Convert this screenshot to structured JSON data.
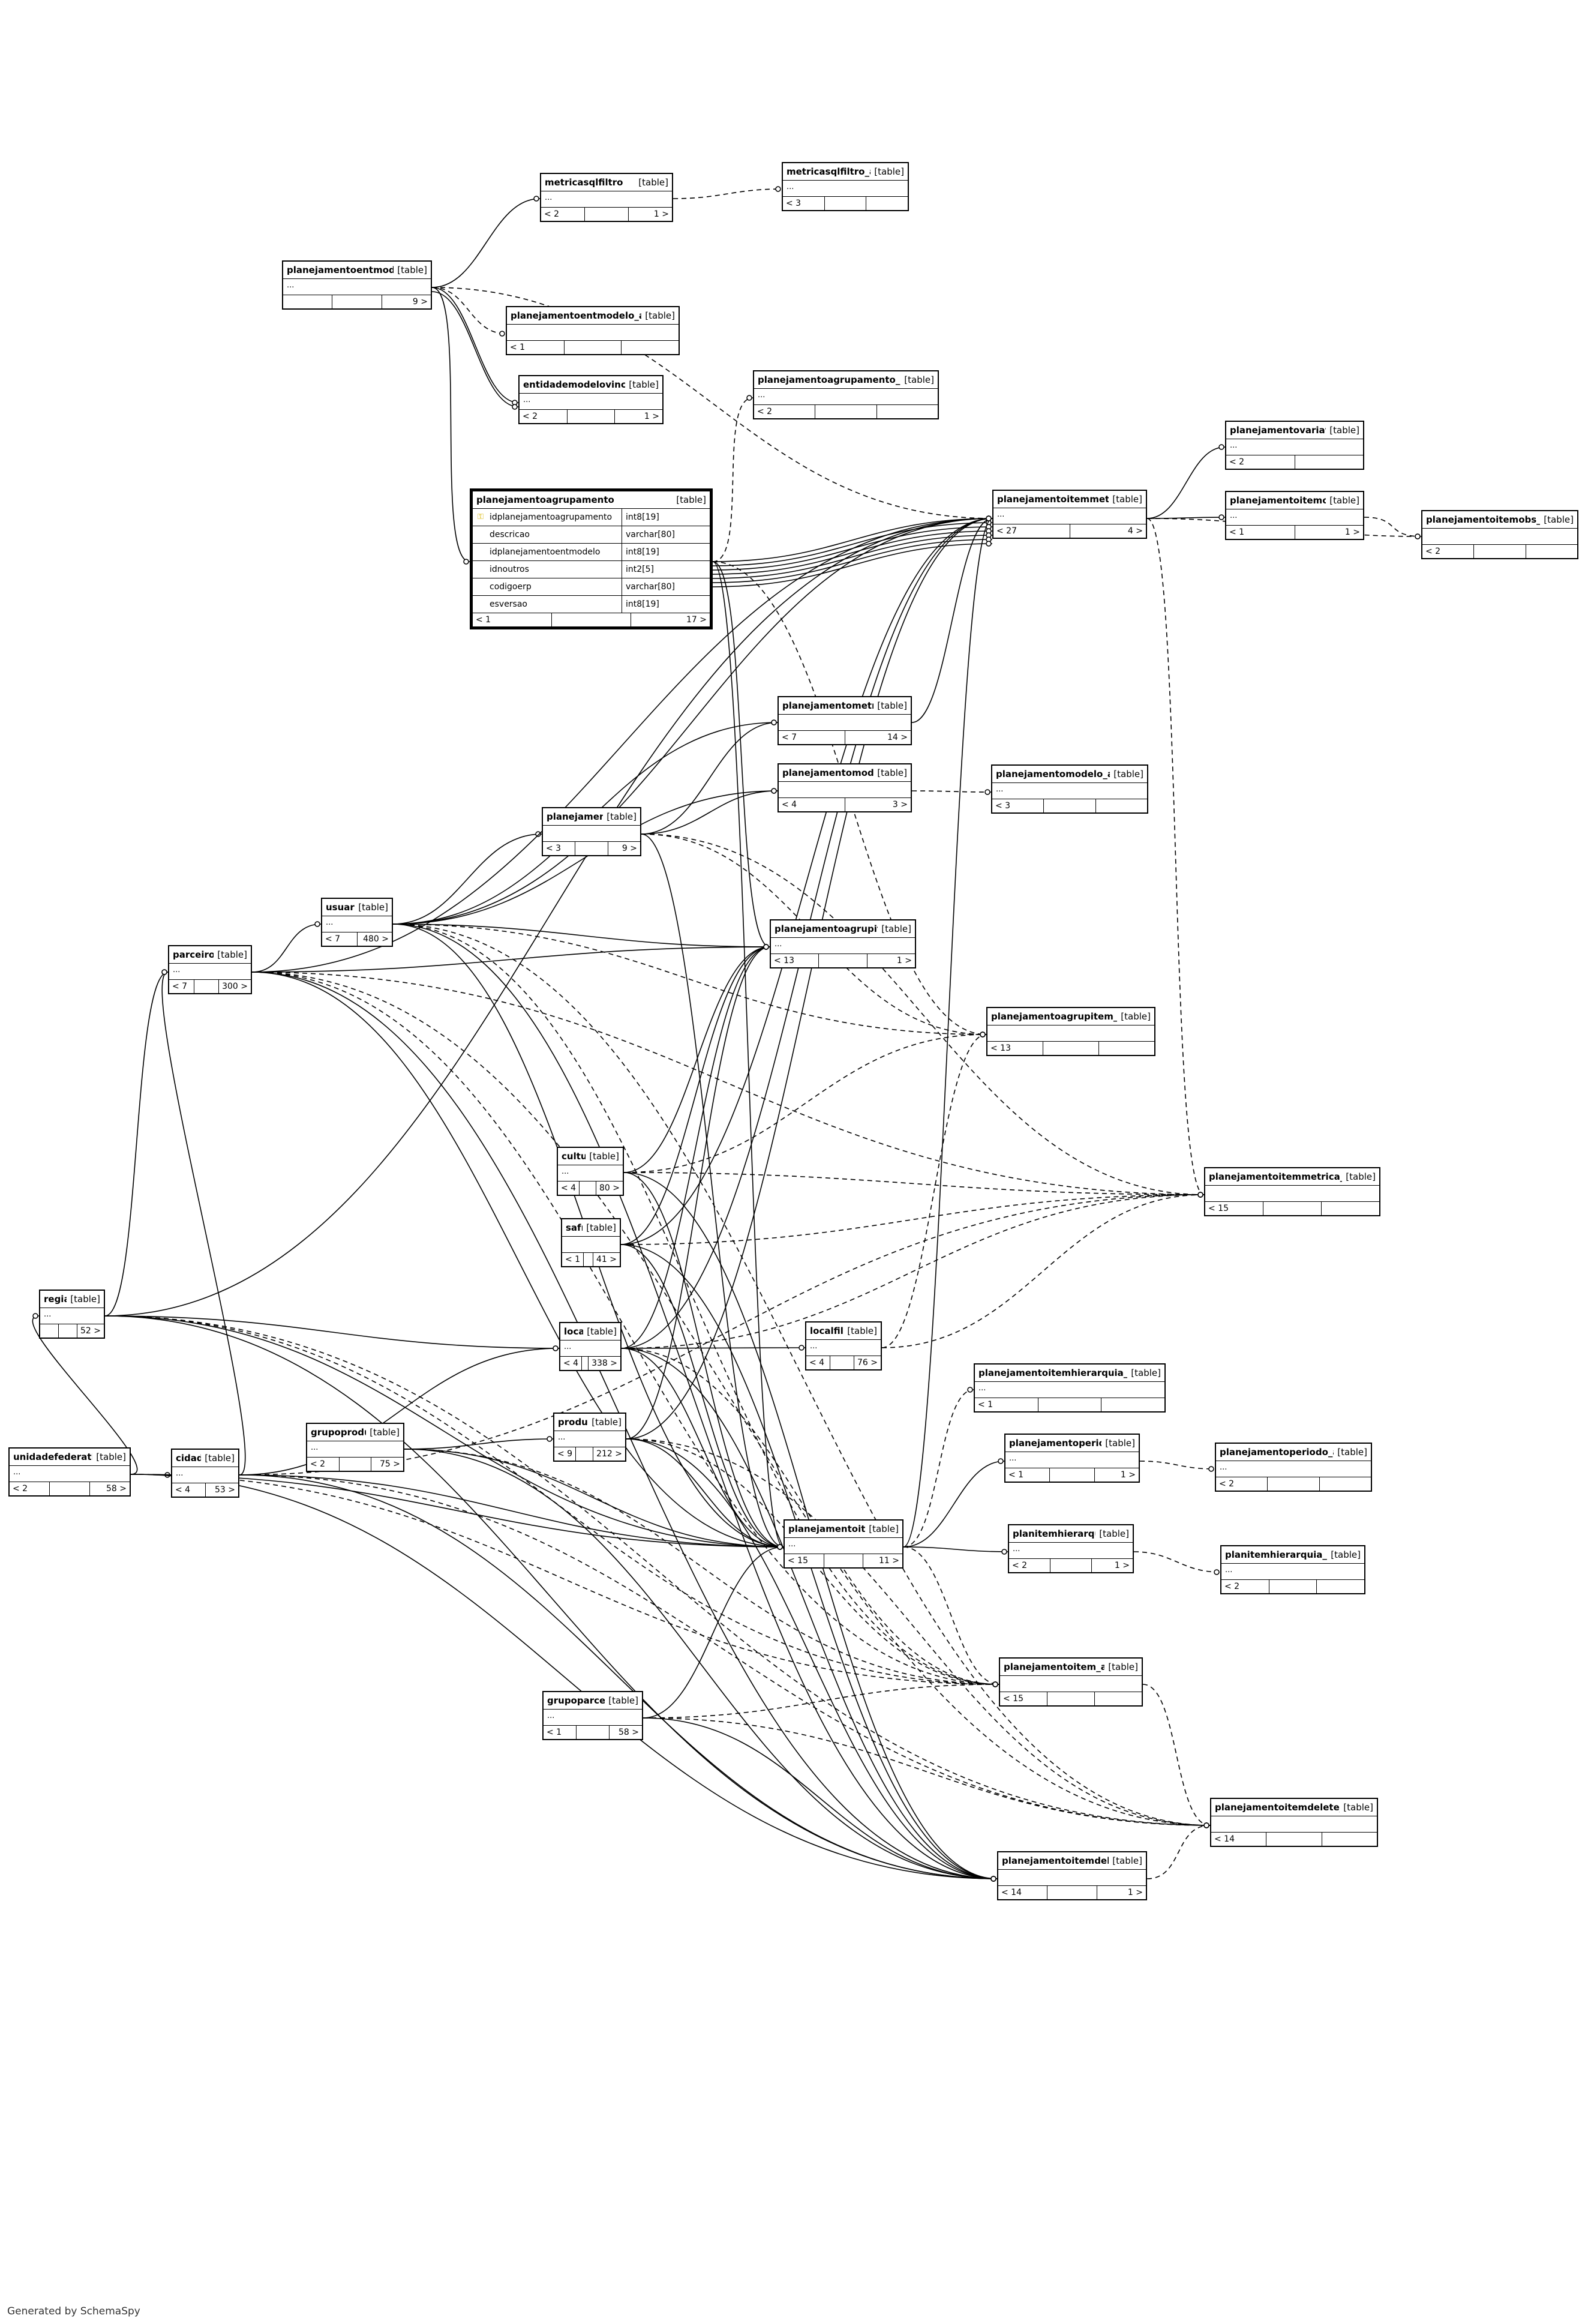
{
  "diagram": {
    "tables": [
      {
        "id": "metricasqlfiltro",
        "name": "metricasqlfiltro",
        "kind": "[table]",
        "body": "...",
        "footer": [
          "< 2",
          "",
          "1 >"
        ]
      },
      {
        "id": "metricasqlfiltro_aud",
        "name": "metricasqlfiltro_aud",
        "kind": "[table]",
        "body": "...",
        "footer": [
          "< 3",
          "",
          ""
        ]
      },
      {
        "id": "planejamentoentmodelo",
        "name": "planejamentoentmodelo",
        "kind": "[table]",
        "body": "...",
        "footer": [
          "",
          "",
          "9 >"
        ]
      },
      {
        "id": "planejamentoentmodelo_aud",
        "name": "planejamentoentmodelo_aud",
        "kind": "[table]",
        "body": "",
        "footer": [
          "< 1",
          "",
          ""
        ]
      },
      {
        "id": "entidademodelovinculo",
        "name": "entidademodelovinculo",
        "kind": "[table]",
        "body": "...",
        "footer": [
          "< 2",
          "",
          "1 >"
        ]
      },
      {
        "id": "planejamentoagrupamento_aud",
        "name": "planejamentoagrupamento_aud",
        "kind": "[table]",
        "body": "...",
        "footer": [
          "< 2",
          "",
          ""
        ]
      },
      {
        "id": "planejamentoagrupamento",
        "name": "planejamentoagrupamento",
        "kind": "[table]",
        "focus": true,
        "columns": [
          {
            "name": "idplanejamentoagrupamento",
            "type": "int8[19]",
            "key": true
          },
          {
            "name": "descricao",
            "type": "varchar[80]"
          },
          {
            "name": "idplanejamentoentmodelo",
            "type": "int8[19]"
          },
          {
            "name": "idnoutros",
            "type": "int2[5]"
          },
          {
            "name": "codigoerp",
            "type": "varchar[80]"
          },
          {
            "name": "esversao",
            "type": "int8[19]"
          }
        ],
        "footer": [
          "< 1",
          "",
          "17 >"
        ]
      },
      {
        "id": "planejamentoitemmetrica",
        "name": "planejamentoitemmetrica",
        "kind": "[table]",
        "body": "...",
        "footer": [
          "< 27",
          "4 >"
        ]
      },
      {
        "id": "planejamentovariavel",
        "name": "planejamentovariavel",
        "kind": "[table]",
        "body": "...",
        "footer": [
          "< 2",
          ""
        ]
      },
      {
        "id": "planejamentoitemobs",
        "name": "planejamentoitemobs",
        "kind": "[table]",
        "body": "...",
        "footer": [
          "< 1",
          "1 >"
        ]
      },
      {
        "id": "planejamentoitemobs_aud",
        "name": "planejamentoitemobs_aud",
        "kind": "[table]",
        "body": "",
        "footer": [
          "< 2",
          "",
          ""
        ]
      },
      {
        "id": "planejamentometrica",
        "name": "planejamentometrica",
        "kind": "[table]",
        "body": "",
        "footer": [
          "< 7",
          "14 >"
        ]
      },
      {
        "id": "planejamentomodelo",
        "name": "planejamentomodelo",
        "kind": "[table]",
        "body": "",
        "footer": [
          "< 4",
          "3 >"
        ]
      },
      {
        "id": "planejamentomodelo_aud",
        "name": "planejamentomodelo_aud",
        "kind": "[table]",
        "body": "...",
        "footer": [
          "< 3",
          "",
          ""
        ]
      },
      {
        "id": "planejamento",
        "name": "planejamento",
        "kind": "[table]",
        "body": "",
        "footer": [
          "< 3",
          "",
          "9 >"
        ]
      },
      {
        "id": "usuario",
        "name": "usuario",
        "kind": "[table]",
        "body": "...",
        "footer": [
          "< 7",
          "480 >"
        ]
      },
      {
        "id": "parceiro",
        "name": "parceiro",
        "kind": "[table]",
        "body": "...",
        "footer": [
          "< 7",
          "",
          "300 >"
        ]
      },
      {
        "id": "planejamentoagrupitem",
        "name": "planejamentoagrupitem",
        "kind": "[table]",
        "body": "...",
        "footer": [
          "< 13",
          "",
          "1 >"
        ]
      },
      {
        "id": "planejamentoagrupitem_aud",
        "name": "planejamentoagrupitem_aud",
        "kind": "[table]",
        "body": "",
        "footer": [
          "< 13",
          "",
          ""
        ]
      },
      {
        "id": "cultura",
        "name": "cultura",
        "kind": "[table]",
        "body": "...",
        "footer": [
          "< 4",
          "",
          "80 >"
        ]
      },
      {
        "id": "safra",
        "name": "safra",
        "kind": "[table]",
        "body": "",
        "footer": [
          "< 1",
          "",
          "41 >"
        ]
      },
      {
        "id": "planejamentoitemmetrica_aud",
        "name": "planejamentoitemmetrica_aud",
        "kind": "[table]",
        "body": "",
        "footer": [
          "< 15",
          "",
          ""
        ]
      },
      {
        "id": "regiao",
        "name": "regiao",
        "kind": "[table]",
        "body": "...",
        "footer": [
          "",
          "",
          "52 >"
        ]
      },
      {
        "id": "local",
        "name": "local",
        "kind": "[table]",
        "body": "...",
        "footer": [
          "< 4",
          "",
          "338 >"
        ]
      },
      {
        "id": "localfilial",
        "name": "localfilial",
        "kind": "[table]",
        "body": "...",
        "footer": [
          "< 4",
          "",
          "76 >"
        ]
      },
      {
        "id": "planejamentoitemhierarquia_aud",
        "name": "planejamentoitemhierarquia_aud",
        "kind": "[table]",
        "body": "...",
        "footer": [
          "< 1",
          "",
          ""
        ]
      },
      {
        "id": "grupoproduto",
        "name": "grupoproduto",
        "kind": "[table]",
        "body": "...",
        "footer": [
          "< 2",
          "",
          "75 >"
        ]
      },
      {
        "id": "produto",
        "name": "produto",
        "kind": "[table]",
        "body": "...",
        "footer": [
          "< 9",
          "",
          "212 >"
        ]
      },
      {
        "id": "planejamentoperiodo",
        "name": "planejamentoperiodo",
        "kind": "[table]",
        "body": "...",
        "footer": [
          "< 1",
          "",
          "1 >"
        ]
      },
      {
        "id": "planejamentoperiodo_aud",
        "name": "planejamentoperiodo_aud",
        "kind": "[table]",
        "body": "...",
        "footer": [
          "< 2",
          "",
          ""
        ]
      },
      {
        "id": "unidadefederativa",
        "name": "unidadefederativa",
        "kind": "[table]",
        "body": "...",
        "footer": [
          "< 2",
          "",
          "58 >"
        ]
      },
      {
        "id": "cidade",
        "name": "cidade",
        "kind": "[table]",
        "body": "...",
        "footer": [
          "< 4",
          "53 >"
        ]
      },
      {
        "id": "planejamentoitem",
        "name": "planejamentoitem",
        "kind": "[table]",
        "body": "...",
        "footer": [
          "< 15",
          "",
          "11 >"
        ]
      },
      {
        "id": "planitemhierarquia",
        "name": "planitemhierarquia",
        "kind": "[table]",
        "body": "...",
        "footer": [
          "< 2",
          "",
          "1 >"
        ]
      },
      {
        "id": "planitemhierarquia_aud",
        "name": "planitemhierarquia_aud",
        "kind": "[table]",
        "body": "...",
        "footer": [
          "< 2",
          "",
          ""
        ]
      },
      {
        "id": "planejamentoitem_aud",
        "name": "planejamentoitem_aud",
        "kind": "[table]",
        "body": "",
        "footer": [
          "< 15",
          "",
          ""
        ]
      },
      {
        "id": "grupoparceiro",
        "name": "grupoparceiro",
        "kind": "[table]",
        "body": "...",
        "footer": [
          "< 1",
          "",
          "58 >"
        ]
      },
      {
        "id": "planejamentoitemdelete_aud",
        "name": "planejamentoitemdelete_aud",
        "kind": "[table]",
        "body": "",
        "footer": [
          "< 14",
          "",
          ""
        ]
      },
      {
        "id": "planejamentoitemdelete",
        "name": "planejamentoitemdelete",
        "kind": "[table]",
        "body": "",
        "footer": [
          "< 14",
          "",
          "1 >"
        ]
      }
    ],
    "footer_note": "Generated by SchemaSpy"
  }
}
